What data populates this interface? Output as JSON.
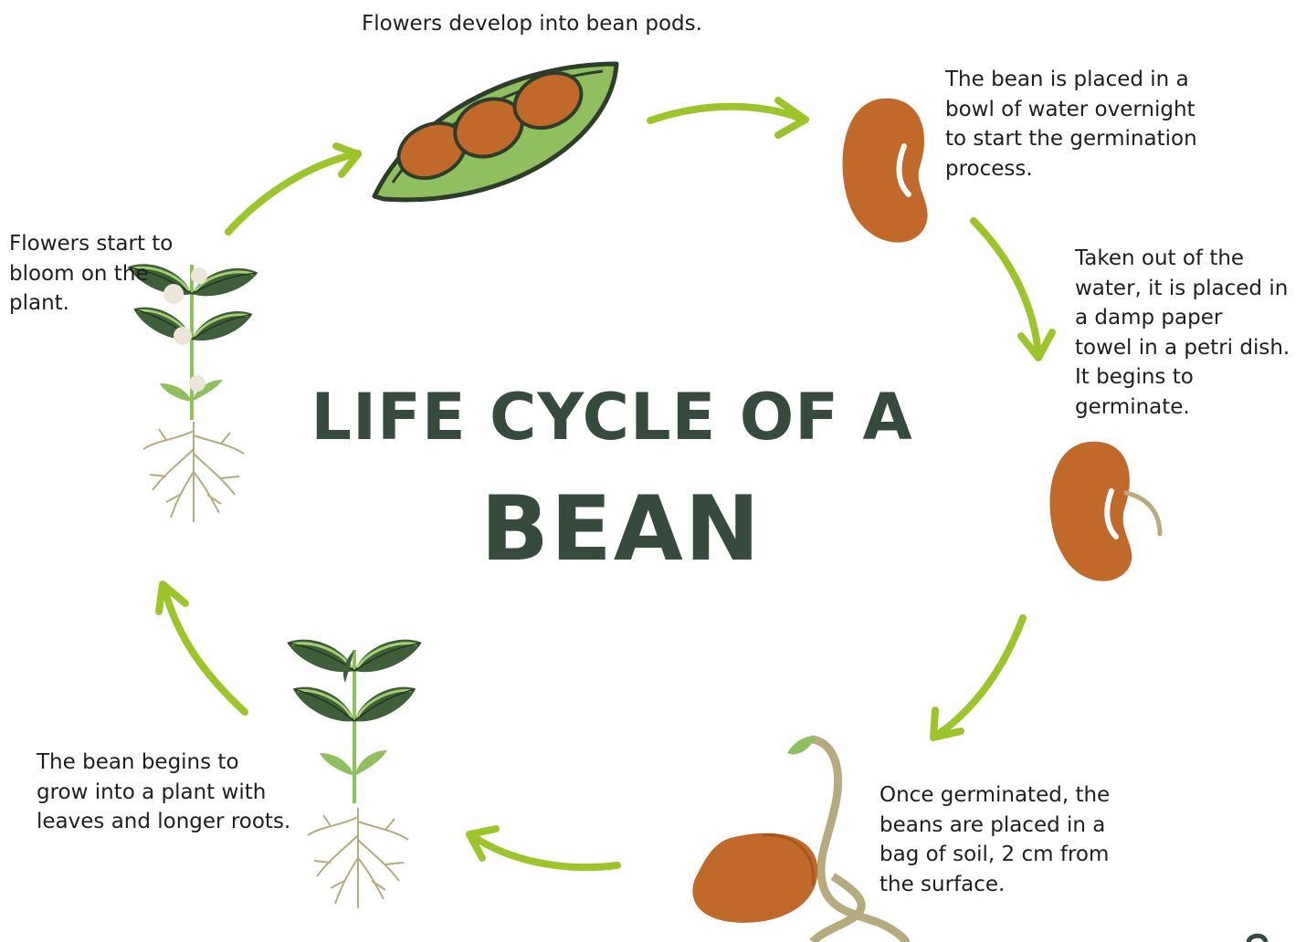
{
  "title": {
    "line1": "LIFE CYCLE OF A",
    "line2": "BEAN"
  },
  "stages": {
    "pods": "Flowers develop into bean pods.",
    "soak": "The bean is placed in a\nbowl of water overnight\nto start the germination\nprocess.",
    "petri": "Taken out of the\nwater, it is placed in\na damp paper\ntowel in a petri dish.\nIt begins to\ngerminate.",
    "soil": "Once germinated, the\nbeans are placed in a\nbag of soil, 2 cm from\nthe surface.",
    "grow": "The bean begins to\ngrow into a plant with\nleaves and longer roots.",
    "bloom": "Flowers start to\nbloom on the\nplant."
  },
  "colors": {
    "arrow": "#9dc52b",
    "bean": "#c0692b",
    "pod": "#8fbf5e",
    "leaf_dark": "#3f5f3a",
    "title": "#364a3e"
  }
}
